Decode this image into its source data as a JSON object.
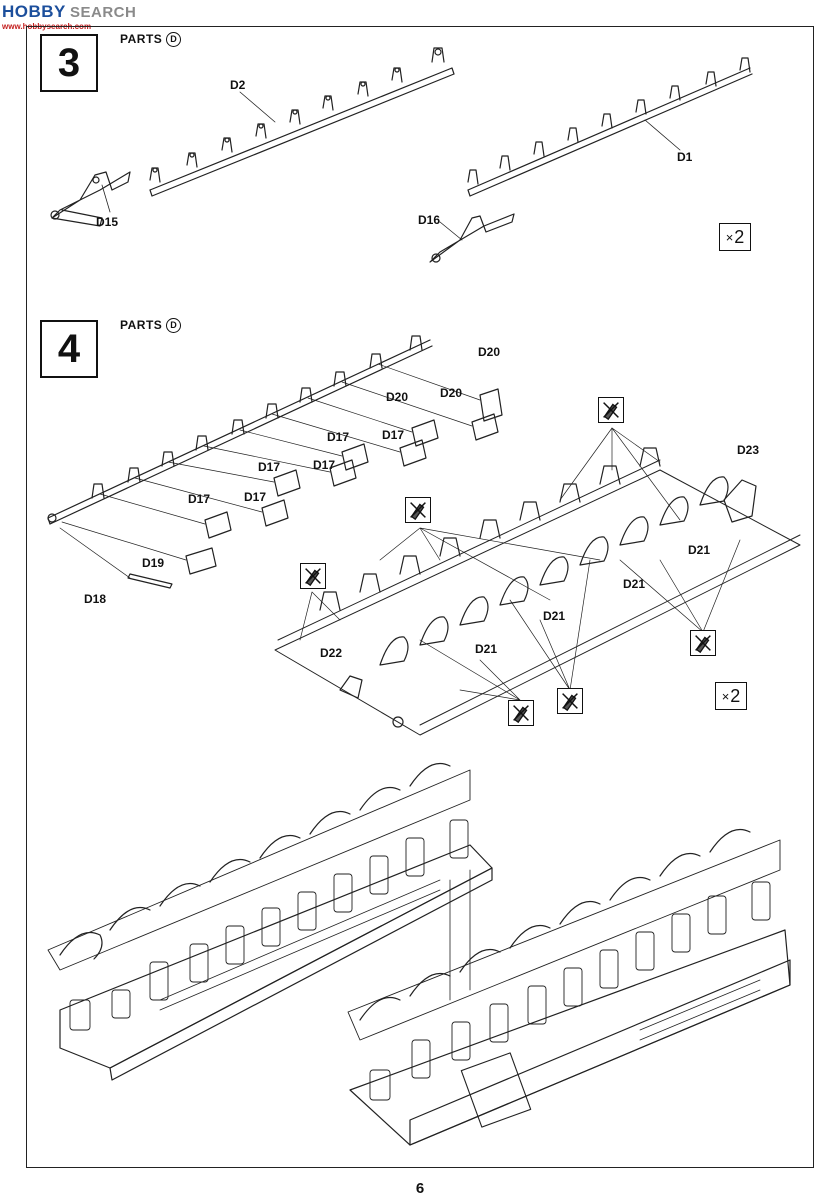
{
  "watermark": {
    "brand": "HOBBY",
    "search": "SEARCH",
    "url": "www.hobbysearch.com"
  },
  "steps": [
    {
      "number": "3",
      "parts_label": "PARTS",
      "parts_letter": "D",
      "multiplier": "2",
      "callouts": [
        "D2",
        "D1",
        "D15",
        "D16"
      ]
    },
    {
      "number": "4",
      "parts_label": "PARTS",
      "parts_letter": "D",
      "multiplier": "2",
      "callouts": [
        "D20",
        "D20",
        "D20",
        "D17",
        "D17",
        "D17",
        "D17",
        "D17",
        "D17",
        "D19",
        "D18",
        "D23",
        "D21",
        "D21",
        "D21",
        "D21",
        "D22"
      ]
    }
  ],
  "icons": {
    "glue_cement": "glue-cement-icon",
    "multiplier": "times-icon"
  },
  "page_number": "6"
}
